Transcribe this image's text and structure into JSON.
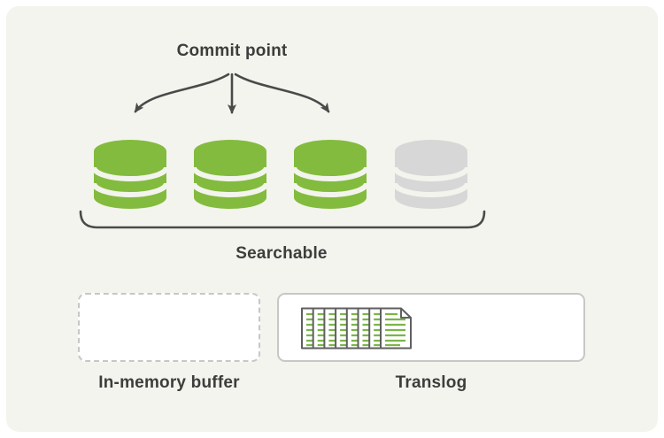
{
  "diagram": {
    "labels": {
      "commit_point": "Commit point",
      "searchable": "Searchable",
      "in_memory_buffer": "In-memory buffer",
      "translog": "Translog"
    },
    "colors": {
      "background": "#f4f4ee",
      "page_background": "#ffffff",
      "segment_green": "#83bb3e",
      "segment_gray": "#d7d7d7",
      "stroke_dark": "#4a4a4a",
      "text": "#3d3d3d",
      "box_border": "#c7c7c7",
      "translog_line_green": "#7ab648",
      "translog_page_border": "#5f5f5f"
    },
    "segments": [
      {
        "fill": "green",
        "in_commit_point": true
      },
      {
        "fill": "green",
        "in_commit_point": true
      },
      {
        "fill": "green",
        "in_commit_point": true
      },
      {
        "fill": "gray",
        "in_commit_point": false
      }
    ]
  }
}
